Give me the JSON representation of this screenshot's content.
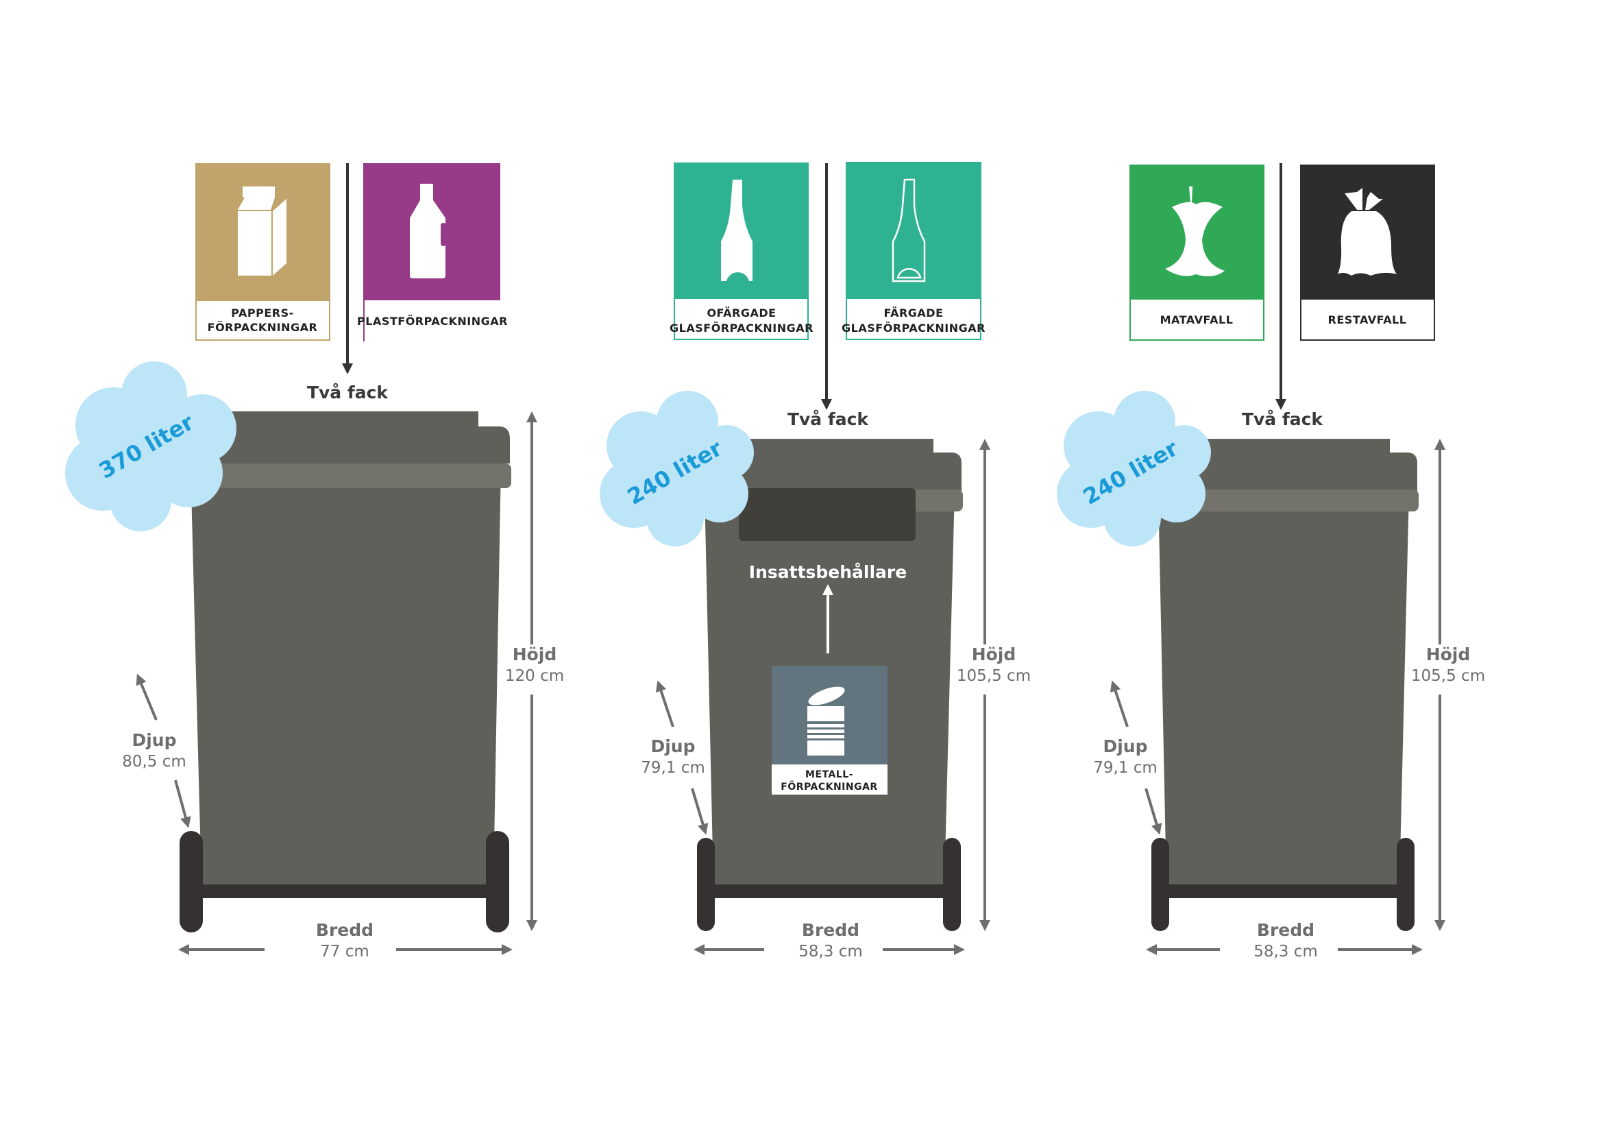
{
  "colors": {
    "paper": "#c1a46b",
    "plastic": "#973a87",
    "glass": "#2fb292",
    "food": "#2fa955",
    "residual": "#2d2d2d",
    "metal": "#62757e",
    "bin_body": "#5f605a",
    "bin_band": "#73736b",
    "wheel": "#353130",
    "insert": "#403f39",
    "cloud": "#bde5f8",
    "cloud_text": "#1a9ad7",
    "dimension": "#6e6e6e"
  },
  "bins": [
    {
      "id": "bin-1",
      "labels": [
        {
          "icon": "milk-carton-icon",
          "lines": [
            "PAPPERS-",
            "FÖRPACKNINGAR"
          ],
          "color_key": "paper"
        },
        {
          "icon": "plastic-bottle-icon",
          "lines": [
            "PLASTFÖRPACKNINGAR"
          ],
          "color_key": "plastic"
        }
      ],
      "compartments": "Två fack",
      "volume": "370 liter",
      "height_label": "Höjd",
      "height_value": "120 cm",
      "depth_label": "Djup",
      "depth_value": "80,5 cm",
      "width_label": "Bredd",
      "width_value": "77 cm"
    },
    {
      "id": "bin-2",
      "labels": [
        {
          "icon": "clear-glass-bottle-icon",
          "lines": [
            "OFÄRGADE",
            "GLASFÖRPACKNINGAR"
          ],
          "color_key": "glass"
        },
        {
          "icon": "colored-glass-bottle-icon",
          "lines": [
            "FÄRGADE",
            "GLASFÖRPACKNINGAR"
          ],
          "color_key": "glass"
        }
      ],
      "compartments": "Två fack",
      "volume": "240 liter",
      "insert_label": "Insattsbehållare",
      "insert_sign": {
        "icon": "tin-can-icon",
        "lines": [
          "METALL-",
          "FÖRPACKNINGAR"
        ],
        "color_key": "metal"
      },
      "height_label": "Höjd",
      "height_value": "105,5 cm",
      "depth_label": "Djup",
      "depth_value": "79,1 cm",
      "width_label": "Bredd",
      "width_value": "58,3 cm"
    },
    {
      "id": "bin-3",
      "labels": [
        {
          "icon": "apple-core-icon",
          "lines": [
            "MATAVFALL"
          ],
          "color_key": "food"
        },
        {
          "icon": "trash-bag-icon",
          "lines": [
            "RESTAVFALL"
          ],
          "color_key": "residual"
        }
      ],
      "compartments": "Två fack",
      "volume": "240 liter",
      "height_label": "Höjd",
      "height_value": "105,5 cm",
      "depth_label": "Djup",
      "depth_value": "79,1 cm",
      "width_label": "Bredd",
      "width_value": "58,3 cm"
    }
  ]
}
